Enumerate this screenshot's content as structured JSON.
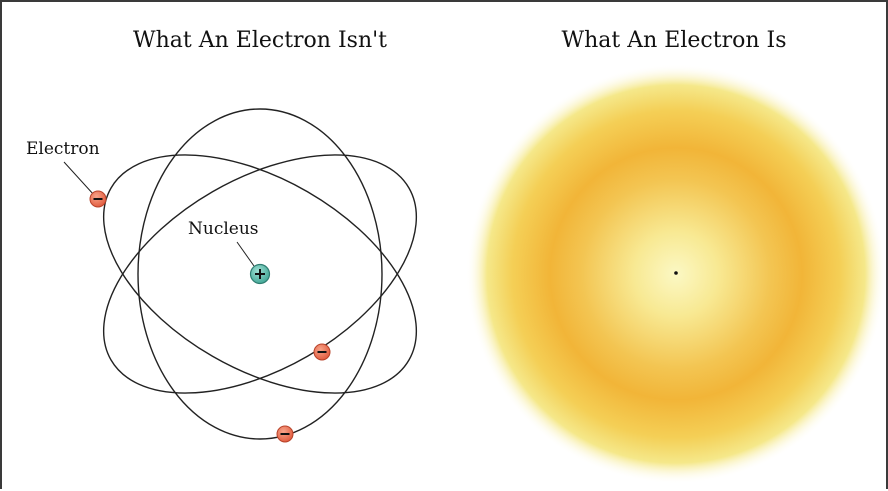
{
  "left_panel": {
    "title": "What An Electron Isn't",
    "electron_label": "Electron",
    "nucleus_label": "Nucleus",
    "electron_symbol": "−",
    "nucleus_symbol": "+"
  },
  "right_panel": {
    "title": "What An Electron Is"
  },
  "colors": {
    "electron": "#e8664a",
    "nucleus": "#4fb3a3",
    "orbit": "#222222",
    "cloud_center": "#fbf3a2",
    "cloud_ring": "#f2b332",
    "cloud_edge": "#f4f7b0"
  },
  "icons": {
    "electron": "minus-sign-circle-icon",
    "nucleus": "plus-sign-circle-icon"
  }
}
